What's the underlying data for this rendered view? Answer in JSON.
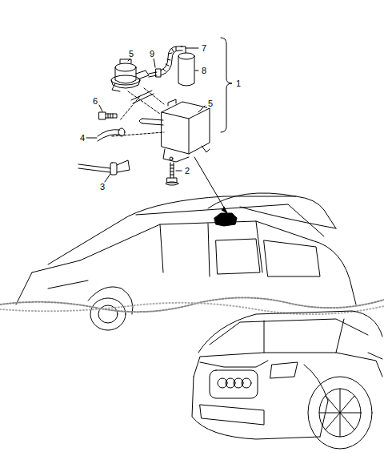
{
  "diagram": {
    "labels": [
      "5",
      "9",
      "7",
      "8",
      "1",
      "5",
      "6",
      "4",
      "3",
      "2"
    ]
  }
}
